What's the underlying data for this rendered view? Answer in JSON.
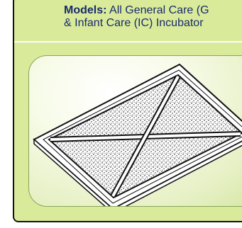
{
  "models": {
    "label": "Models:",
    "line1_text": " All General Care (G",
    "line2_text": "& Infant Care (IC) Incubator"
  },
  "product_image": {
    "icon": "filter-pad-illustration"
  },
  "colors": {
    "panel_bg": "#d9eb9b",
    "text": "#1a2a6c",
    "border": "#111111"
  }
}
